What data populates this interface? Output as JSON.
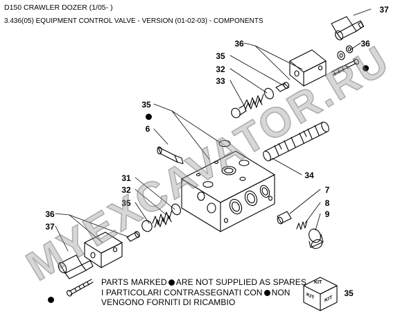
{
  "header": {
    "title": "D150 CRAWLER DOZER (1/05- )",
    "subtitle": "3.436(05) EQUIPMENT CONTROL VALVE - VERSION (01-02-03) - COMPONENTS"
  },
  "callouts": {
    "c37_top": "37",
    "c36_top_right": "36",
    "c36_top": "36",
    "c35_top": "35",
    "c32_top": "32",
    "c33": "33",
    "c35_mid": "35",
    "c6": "6",
    "c34": "34",
    "c31": "31",
    "c32_mid": "32",
    "c35_low": "35",
    "c7": "7",
    "c8": "8",
    "c9": "9",
    "c36_left": "36",
    "c37_left": "37",
    "c35_kit": "35"
  },
  "notes": {
    "line1_a": "PARTS MARKED",
    "line1_b": "ARE NOT SUPPLIED AS SPARES",
    "line2_a": "I PARTICOLARI CONTRASSEGNATI CON",
    "line2_b": "NON",
    "line3": "VENGONO FORNITI DI RICAMBIO"
  },
  "kit": {
    "label_top": "KIT",
    "label_left": "KIT",
    "label_right": "KIT"
  },
  "watermark": "MYEXCAVATOR.RU",
  "colors": {
    "ink": "#000000",
    "background": "#ffffff",
    "watermark": "#969696"
  }
}
